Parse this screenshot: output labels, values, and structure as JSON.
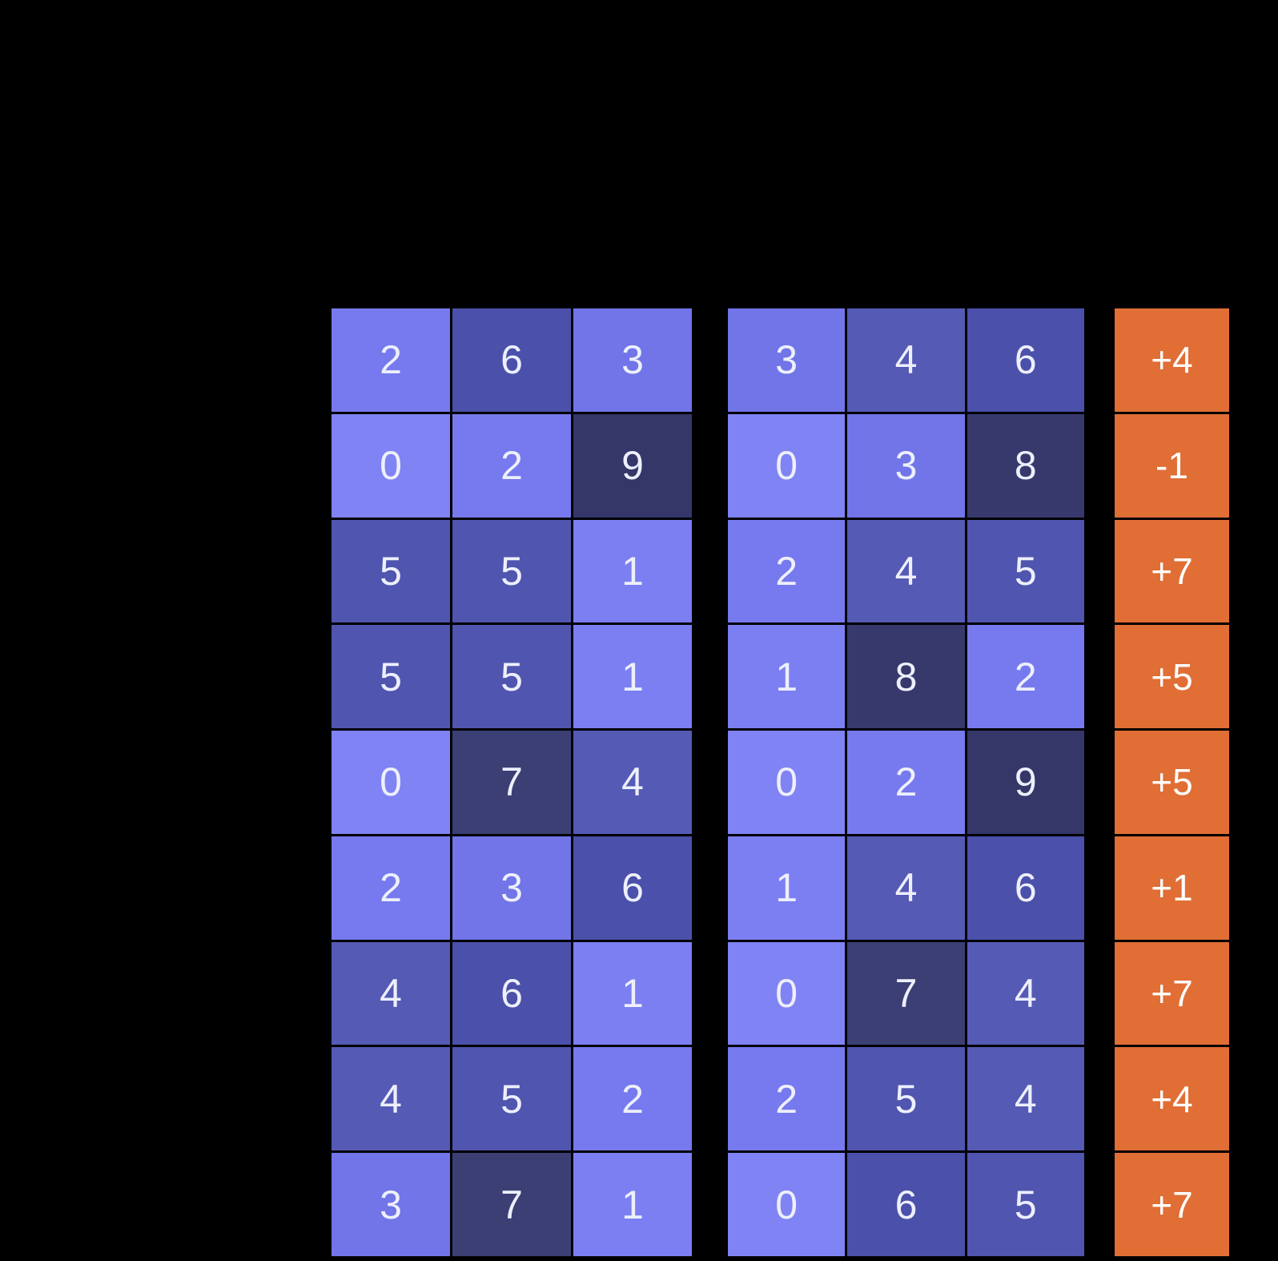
{
  "meta": {
    "background_color": "#000000",
    "rows": 9,
    "columns_per_board": 3
  },
  "palette": {
    "tile_text_color": "#edeffc",
    "delta_text_color": "#ffffff",
    "delta_background": "#e06e35",
    "value_colors": {
      "0": "#7f83f3",
      "1": "#7b7ff1",
      "2": "#767aee",
      "3": "#7175e8",
      "4": "#555ab5",
      "5": "#5055af",
      "6": "#4b50aa",
      "7": "#3c3f74",
      "8": "#37396d",
      "9": "#343768"
    }
  },
  "left_board": {
    "rows": [
      [
        2,
        6,
        3
      ],
      [
        0,
        2,
        9
      ],
      [
        5,
        5,
        1
      ],
      [
        5,
        5,
        1
      ],
      [
        0,
        7,
        4
      ],
      [
        2,
        3,
        6
      ],
      [
        4,
        6,
        1
      ],
      [
        4,
        5,
        2
      ],
      [
        3,
        7,
        1
      ]
    ]
  },
  "right_board": {
    "rows": [
      [
        3,
        4,
        6
      ],
      [
        0,
        3,
        8
      ],
      [
        2,
        4,
        5
      ],
      [
        1,
        8,
        2
      ],
      [
        0,
        2,
        9
      ],
      [
        1,
        4,
        6
      ],
      [
        0,
        7,
        4
      ],
      [
        2,
        5,
        4
      ],
      [
        0,
        6,
        5
      ]
    ]
  },
  "delta_column": {
    "values": [
      "+4",
      "-1",
      "+7",
      "+5",
      "+5",
      "+1",
      "+7",
      "+4",
      "+7"
    ]
  }
}
